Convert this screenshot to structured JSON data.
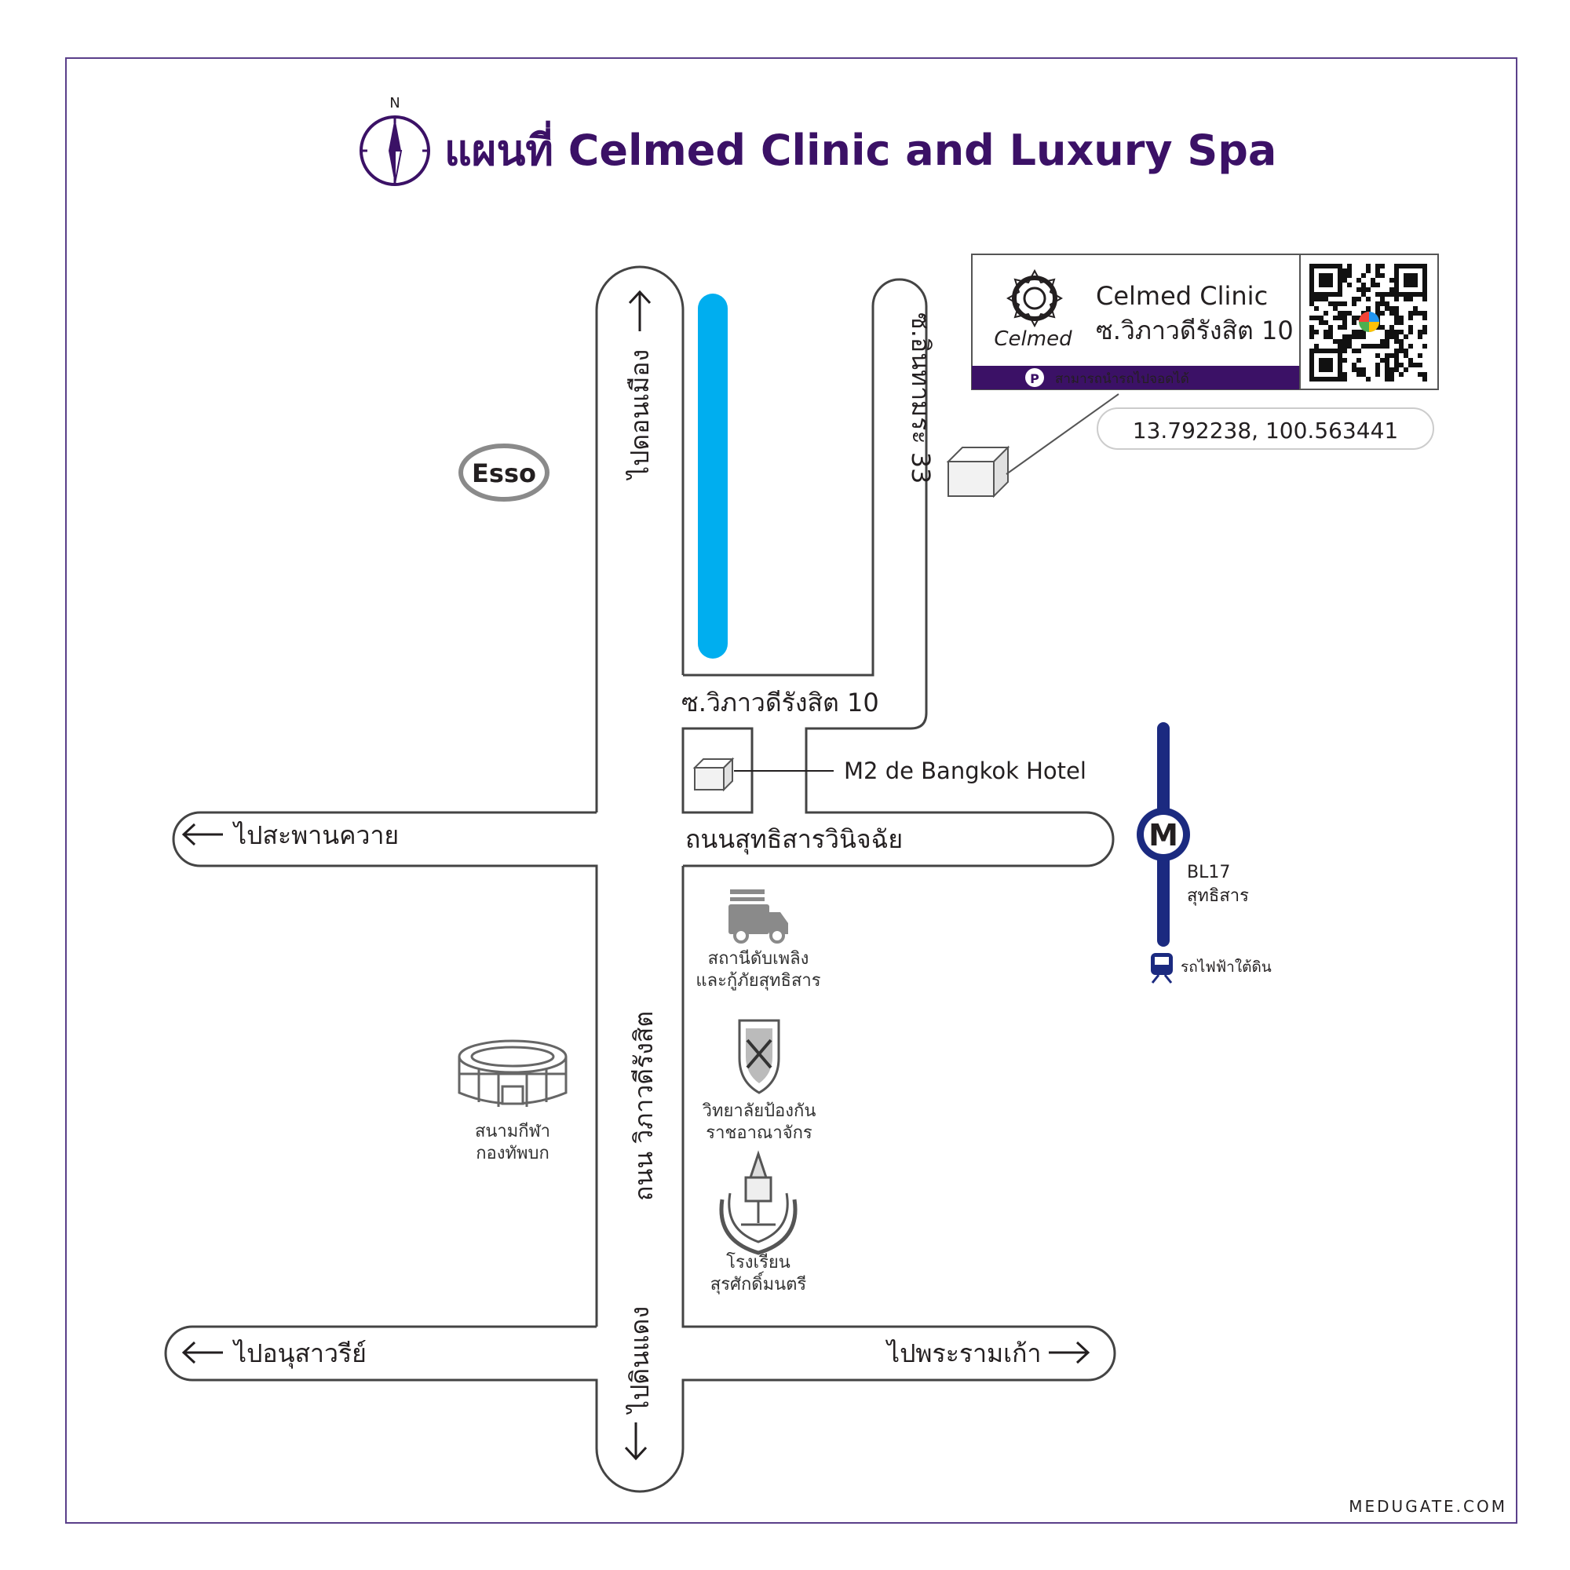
{
  "title": "แผนที่ Celmed Clinic and Luxury Spa",
  "compass": {
    "north_label": "N",
    "icon": "compass-icon"
  },
  "clinic_card": {
    "name": "Celmed Clinic",
    "soi": "ซ.วิภาวดีรังสิต 10",
    "logo_text": "Celmed",
    "parking_note": "สามารถนำรถไปจอดได้",
    "coordinates": "13.792238, 100.563441"
  },
  "roads": {
    "to_don_mueang": "ไปดอนเมือง",
    "soi_inthamara_33": "ซ.อินทามระ 33",
    "soi_vibhavadi_10": "ซ.วิภาวดีรังสิต 10",
    "to_saphan_khwai": "ไปสะพานควาย",
    "sutthisan_road": "ถนนสุทธิสารวินิจฉัย",
    "vibhavadi_road": "ถนน วิภาวดีรังสิต",
    "to_victory_monument": "ไปอนุสาวรีย์",
    "to_din_daeng": "ไปดินแดง",
    "to_rama_9": "ไปพระรามเก้า"
  },
  "landmarks": {
    "esso": "Esso",
    "hotel": "M2 de Bangkok Hotel",
    "fire_station": [
      "สถานีดับเพลิง",
      "และกู้ภัยสุทธิสาร"
    ],
    "narcotics_college": [
      "วิทยาลัยป้องกัน",
      "ราชอาณาจักร"
    ],
    "stadium": [
      "สนามกีฬา",
      "กองทัพบก"
    ],
    "school": [
      "โรงเรียน",
      "สุรศักดิ์มนตรี"
    ]
  },
  "mrt": {
    "logo_letter": "M",
    "station_code": "BL17",
    "station_name": "สุทธิสาร",
    "line_label": "รถไฟฟ้าใต้ดิน"
  },
  "watermark": "MEDUGATE.COM",
  "colors": {
    "brand_purple": "#3b1166",
    "mrt_blue": "#1b2a80",
    "canal_blue": "#00aeef",
    "frame": "#5a3f8a"
  }
}
